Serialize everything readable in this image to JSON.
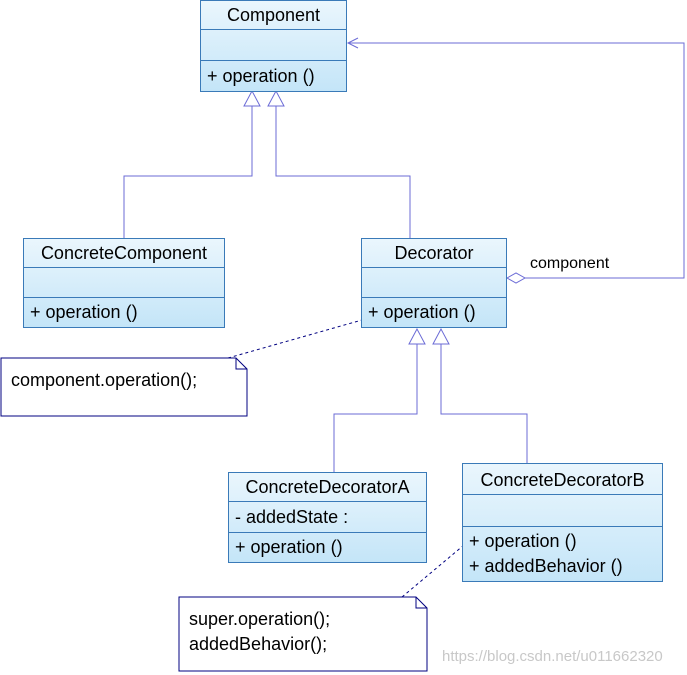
{
  "classes": {
    "component": {
      "name": "Component",
      "attributes": [],
      "operations": [
        "+  operation ()"
      ]
    },
    "concrete_component": {
      "name": "ConcreteComponent",
      "attributes": [],
      "operations": [
        "+  operation ()"
      ]
    },
    "decorator": {
      "name": "Decorator",
      "attributes": [],
      "operations": [
        "+  operation ()"
      ]
    },
    "concrete_decorator_a": {
      "name": "ConcreteDecoratorA",
      "attributes": [
        "-  addedState  :"
      ],
      "operations": [
        "+  operation ()"
      ]
    },
    "concrete_decorator_b": {
      "name": "ConcreteDecoratorB",
      "attributes": [],
      "operations": [
        "+  operation ()",
        "+  addedBehavior ()"
      ]
    }
  },
  "notes": {
    "decorator_note": [
      "component.operation();"
    ],
    "decorator_b_note": [
      "super.operation();",
      "addedBehavior();"
    ]
  },
  "association": {
    "role_label": "component"
  },
  "watermark": "https://blog.csdn.net/u011662320",
  "colors": {
    "line": "#6b6bd6",
    "box_border": "#3a7ab8",
    "box_fill_top": "#eaf6fd",
    "box_fill_bottom": "#c4e5f8",
    "note_border": "#000080"
  }
}
